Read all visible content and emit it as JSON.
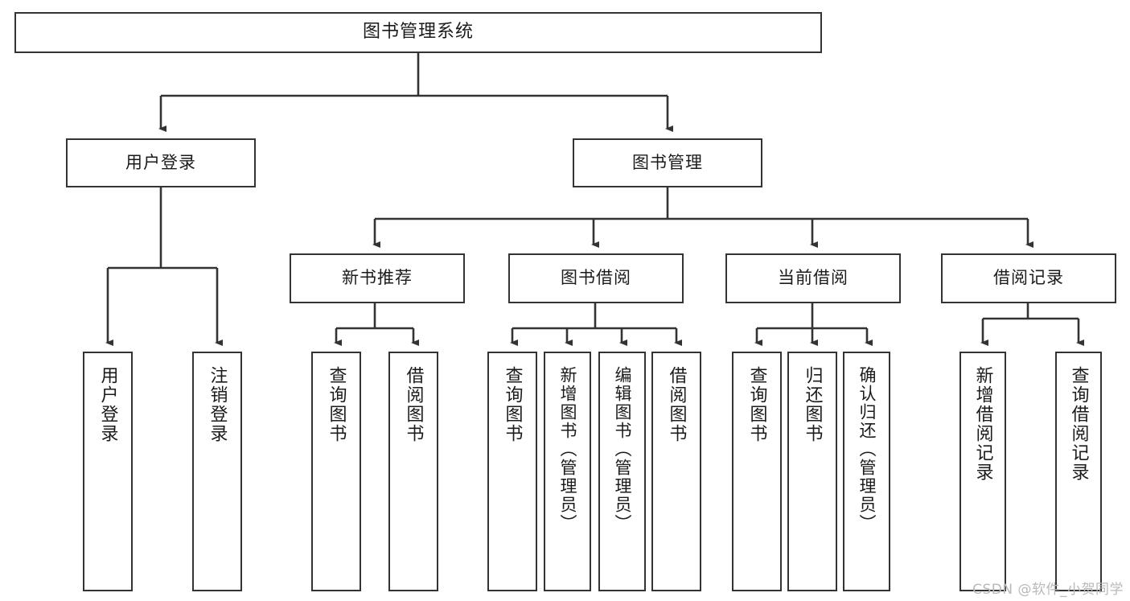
{
  "diagram": {
    "title": "图书管理系统",
    "watermark": "CSDN @软件_小贺同学",
    "stroke_color": "#333333",
    "background_color": "#ffffff",
    "text_color": "#1b1b1b",
    "watermark_color": "#b9b9b9"
  },
  "levels": {
    "root": {
      "label": "图书管理系统"
    },
    "level2": [
      {
        "label": "用户登录"
      },
      {
        "label": "图书管理"
      }
    ],
    "level3": [
      {
        "label": "新书推荐"
      },
      {
        "label": "图书借阅"
      },
      {
        "label": "当前借阅"
      },
      {
        "label": "借阅记录"
      }
    ],
    "leaves": [
      {
        "label": "用户登录",
        "parent": "用户登录"
      },
      {
        "label": "注销登录",
        "parent": "用户登录"
      },
      {
        "label": "查询图书",
        "parent": "新书推荐"
      },
      {
        "label": "借阅图书",
        "parent": "新书推荐"
      },
      {
        "label": "查询图书",
        "parent": "图书借阅"
      },
      {
        "label": "新增图书（管理员）",
        "parent": "图书借阅"
      },
      {
        "label": "编辑图书（管理员）",
        "parent": "图书借阅"
      },
      {
        "label": "借阅图书",
        "parent": "图书借阅"
      },
      {
        "label": "查询图书",
        "parent": "当前借阅"
      },
      {
        "label": "归还图书",
        "parent": "当前借阅"
      },
      {
        "label": "确认归还（管理员）",
        "parent": "当前借阅"
      },
      {
        "label": "新增借阅记录",
        "parent": "借阅记录"
      },
      {
        "label": "查询借阅记录",
        "parent": "借阅记录"
      }
    ]
  }
}
